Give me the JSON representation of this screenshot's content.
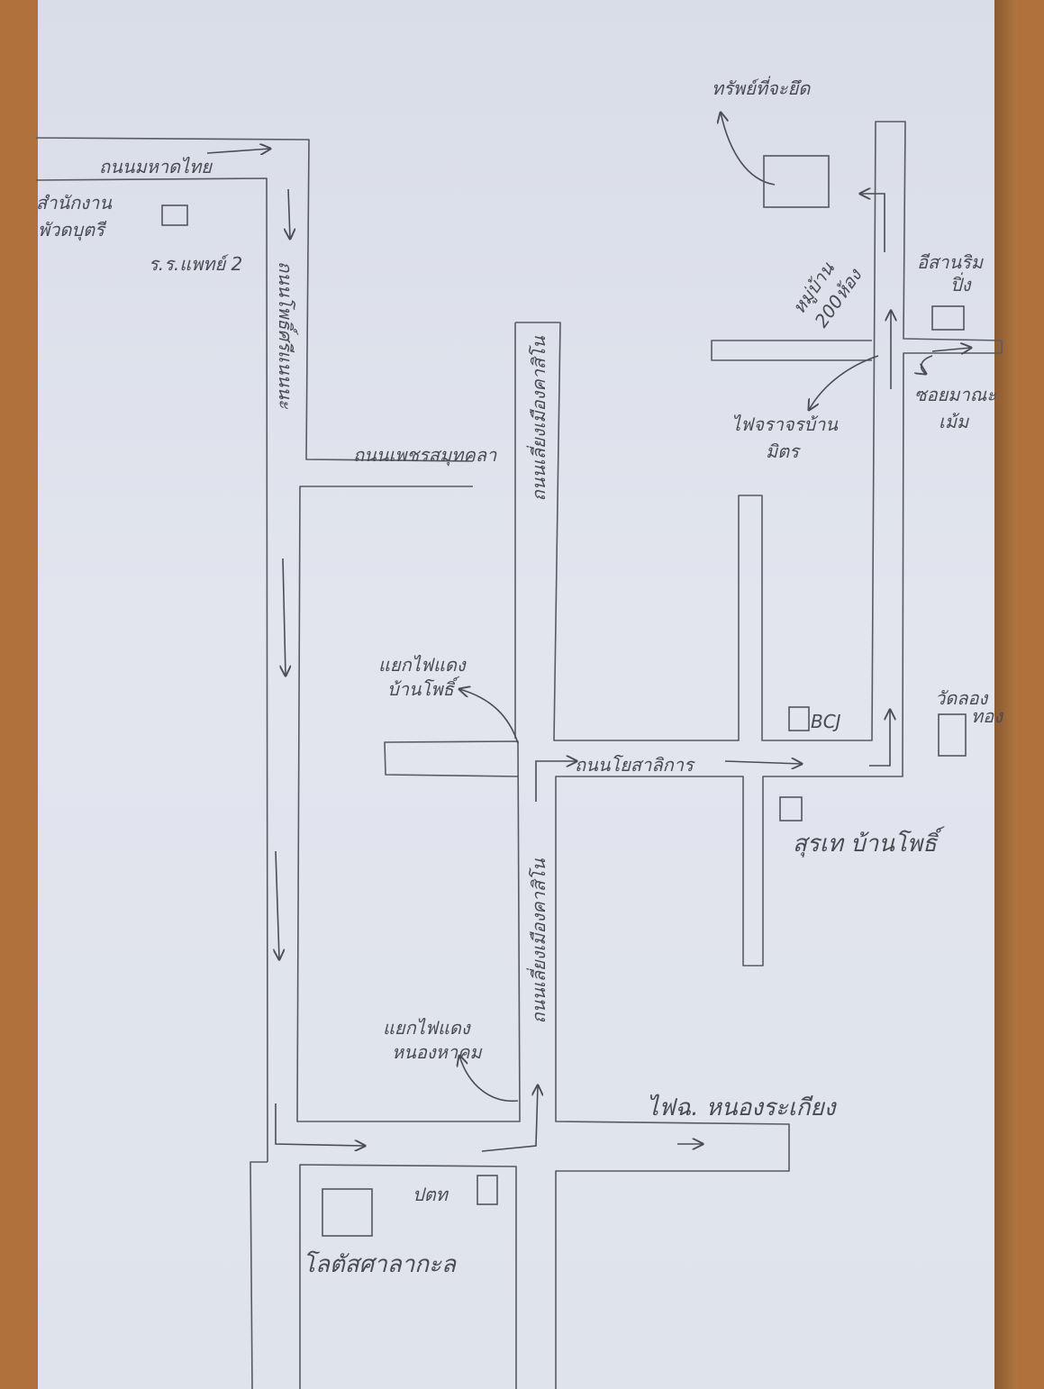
{
  "labels": {
    "road_mahatthai": "ถนนมหาดไทย",
    "office": "สำนักงาน",
    "office_line2": "พัวดบุตรี",
    "school": "ร.ร.แพทย์ 2",
    "road_left_vertical": "ถนนโพธิ์ศรีแนนนะ",
    "road_phetsomphutkala": "ถนนเพชรสมุทคลา",
    "road_center_upper": "ถนนเลี่ยงเมืองคาสิโน",
    "junction_upper_line1": "แยกไฟแดง",
    "junction_upper_line2": "บ้านโพธิ์",
    "road_salikan": "ถนนโยสาลิการ",
    "road_center_lower": "ถนนเลี่ยงเมืองคาสิโน",
    "junction_lower_line1": "แยกไฟแดง",
    "junction_lower_line2": "หนองหาคม",
    "police": "ไฟฉ. หนองระเกียง",
    "pts": "ปตท",
    "lotus": "โลตัสศาลากะล",
    "bank": "BCJ",
    "wat_line1": "วัดลอง",
    "wat_line2": "ทอง",
    "surat": "สุรเท บ้านโพธิ์",
    "target": "ทรัพย์ที่จะยึด",
    "village_line1": "หมู่บ้าน",
    "village_line2": "200ห้อง",
    "isan_line1": "อีสานริม",
    "isan_line2": "ปิ่ง",
    "traffic_light_line1": "ไฟจราจรบ้าน",
    "traffic_light_line2": "มิตร",
    "alley_line1": "ซอยมาณะ",
    "alley_line2": "เม้ม"
  }
}
